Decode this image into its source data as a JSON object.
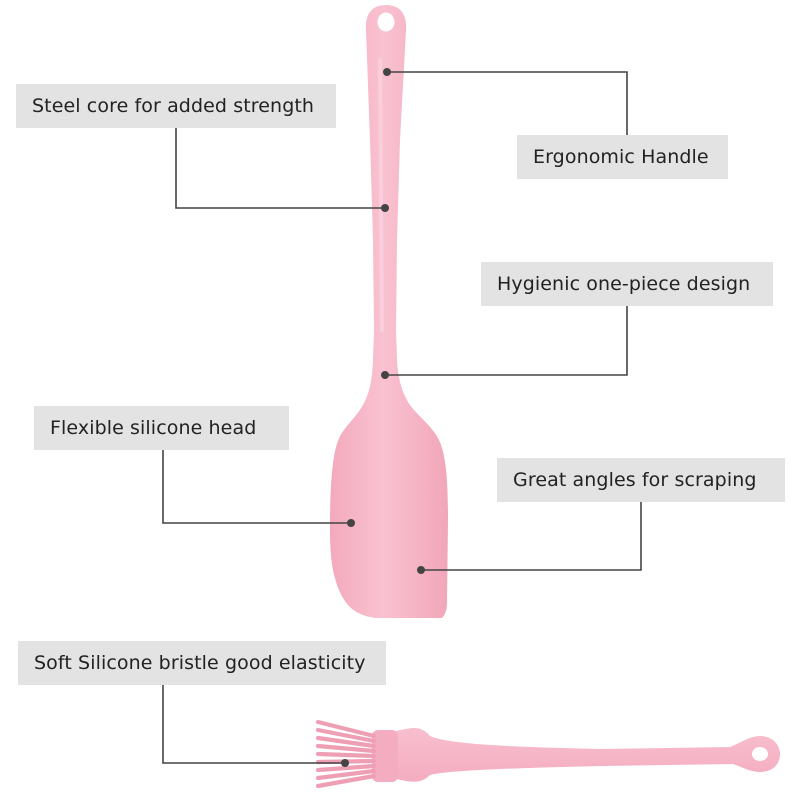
{
  "callouts": {
    "steel_core": "Steel core for added strength",
    "ergonomic_handle": "Ergonomic Handle",
    "one_piece": "Hygienic one-piece design",
    "flexible_head": "Flexible silicone head",
    "angles": "Great angles for scraping",
    "bristle": "Soft Silicone bristle good elasticity"
  },
  "colors": {
    "product_pink": "#f7b8c8",
    "product_shade": "#eea2b5",
    "label_bg": "#e3e3e3",
    "leader_line": "#444444"
  },
  "icons": {
    "spatula": "spatula-illustration",
    "brush": "pastry-brush-illustration"
  }
}
